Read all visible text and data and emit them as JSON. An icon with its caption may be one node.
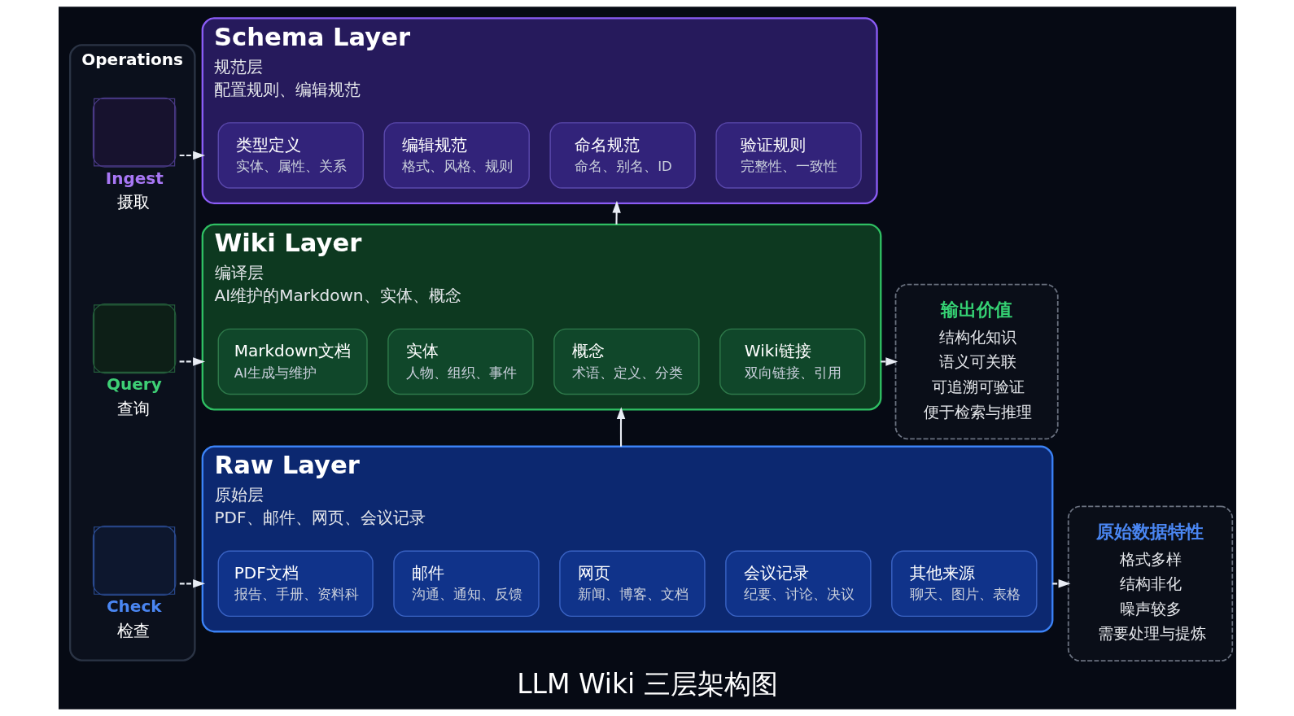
{
  "diagram": {
    "title": "LLM Wiki 三层架构图",
    "nodes": [
      {
        "text": [
          "Operations"
        ]
      },
      {
        "text": [
          "Ingest",
          "摄取"
        ],
        "in": 0
      },
      {
        "text": [
          "Query",
          "查询"
        ],
        "in": 0
      },
      {
        "text": [
          "Check",
          "检查"
        ],
        "in": 0
      },
      {
        "text": [
          "Schema Layer",
          "规范层",
          "配置规则、编辑规范"
        ]
      },
      {
        "text": [
          "类型定义",
          "实体、属性、关系"
        ],
        "in": 4
      },
      {
        "text": [
          "编辑规范",
          "格式、风格、规则"
        ],
        "in": 4
      },
      {
        "text": [
          "命名规范",
          "命名、别名、ID"
        ],
        "in": 4
      },
      {
        "text": [
          "验证规则",
          "完整性、一致性"
        ],
        "in": 4
      },
      {
        "text": [
          "Wiki Layer",
          "编译层",
          "AI维护的Markdown、实体、概念"
        ]
      },
      {
        "text": [
          "Markdown文档",
          "AI生成与维护"
        ],
        "in": 9
      },
      {
        "text": [
          "实体",
          "人物、组织、事件"
        ],
        "in": 9
      },
      {
        "text": [
          "概念",
          "术语、定义、分类"
        ],
        "in": 9
      },
      {
        "text": [
          "Wiki链接",
          "双向链接、引用"
        ],
        "in": 9
      },
      {
        "text": [
          "Raw Layer",
          "原始层",
          "PDF、邮件、网页、会议记录"
        ]
      },
      {
        "text": [
          "PDF文档",
          "报告、手册、资料科"
        ],
        "in": 14
      },
      {
        "text": [
          "邮件",
          "沟通、通知、反馈"
        ],
        "in": 14
      },
      {
        "text": [
          "网页",
          "新闻、博客、文档"
        ],
        "in": 14
      },
      {
        "text": [
          "会议记录",
          "纪要、讨论、决议"
        ],
        "in": 14
      },
      {
        "text": [
          "其他来源",
          "聊天、图片、表格"
        ],
        "in": 14
      },
      {
        "text": [
          "输出价值",
          "结构化知识",
          "语义可关联",
          "可追溯可验证",
          "便于检索与推理"
        ]
      },
      {
        "text": [
          "原始数据特性",
          "格式多样",
          "结构非化",
          "噪声较多",
          "需要处理与提炼"
        ]
      }
    ],
    "edges": [
      {
        "from": 1,
        "to": 4,
        "arrow": "to",
        "style": "dashed"
      },
      {
        "from": 2,
        "to": 9,
        "arrow": "to",
        "style": "dashed"
      },
      {
        "from": 3,
        "to": 14,
        "arrow": "to",
        "style": "dashed"
      },
      {
        "from": 14,
        "to": 9,
        "arrow": "to"
      },
      {
        "from": 9,
        "to": 4,
        "arrow": "to"
      },
      {
        "from": 9,
        "to": 20,
        "arrow": "to",
        "style": "dashed"
      },
      {
        "from": 14,
        "to": 21,
        "arrow": "to",
        "style": "dashed"
      }
    ]
  }
}
